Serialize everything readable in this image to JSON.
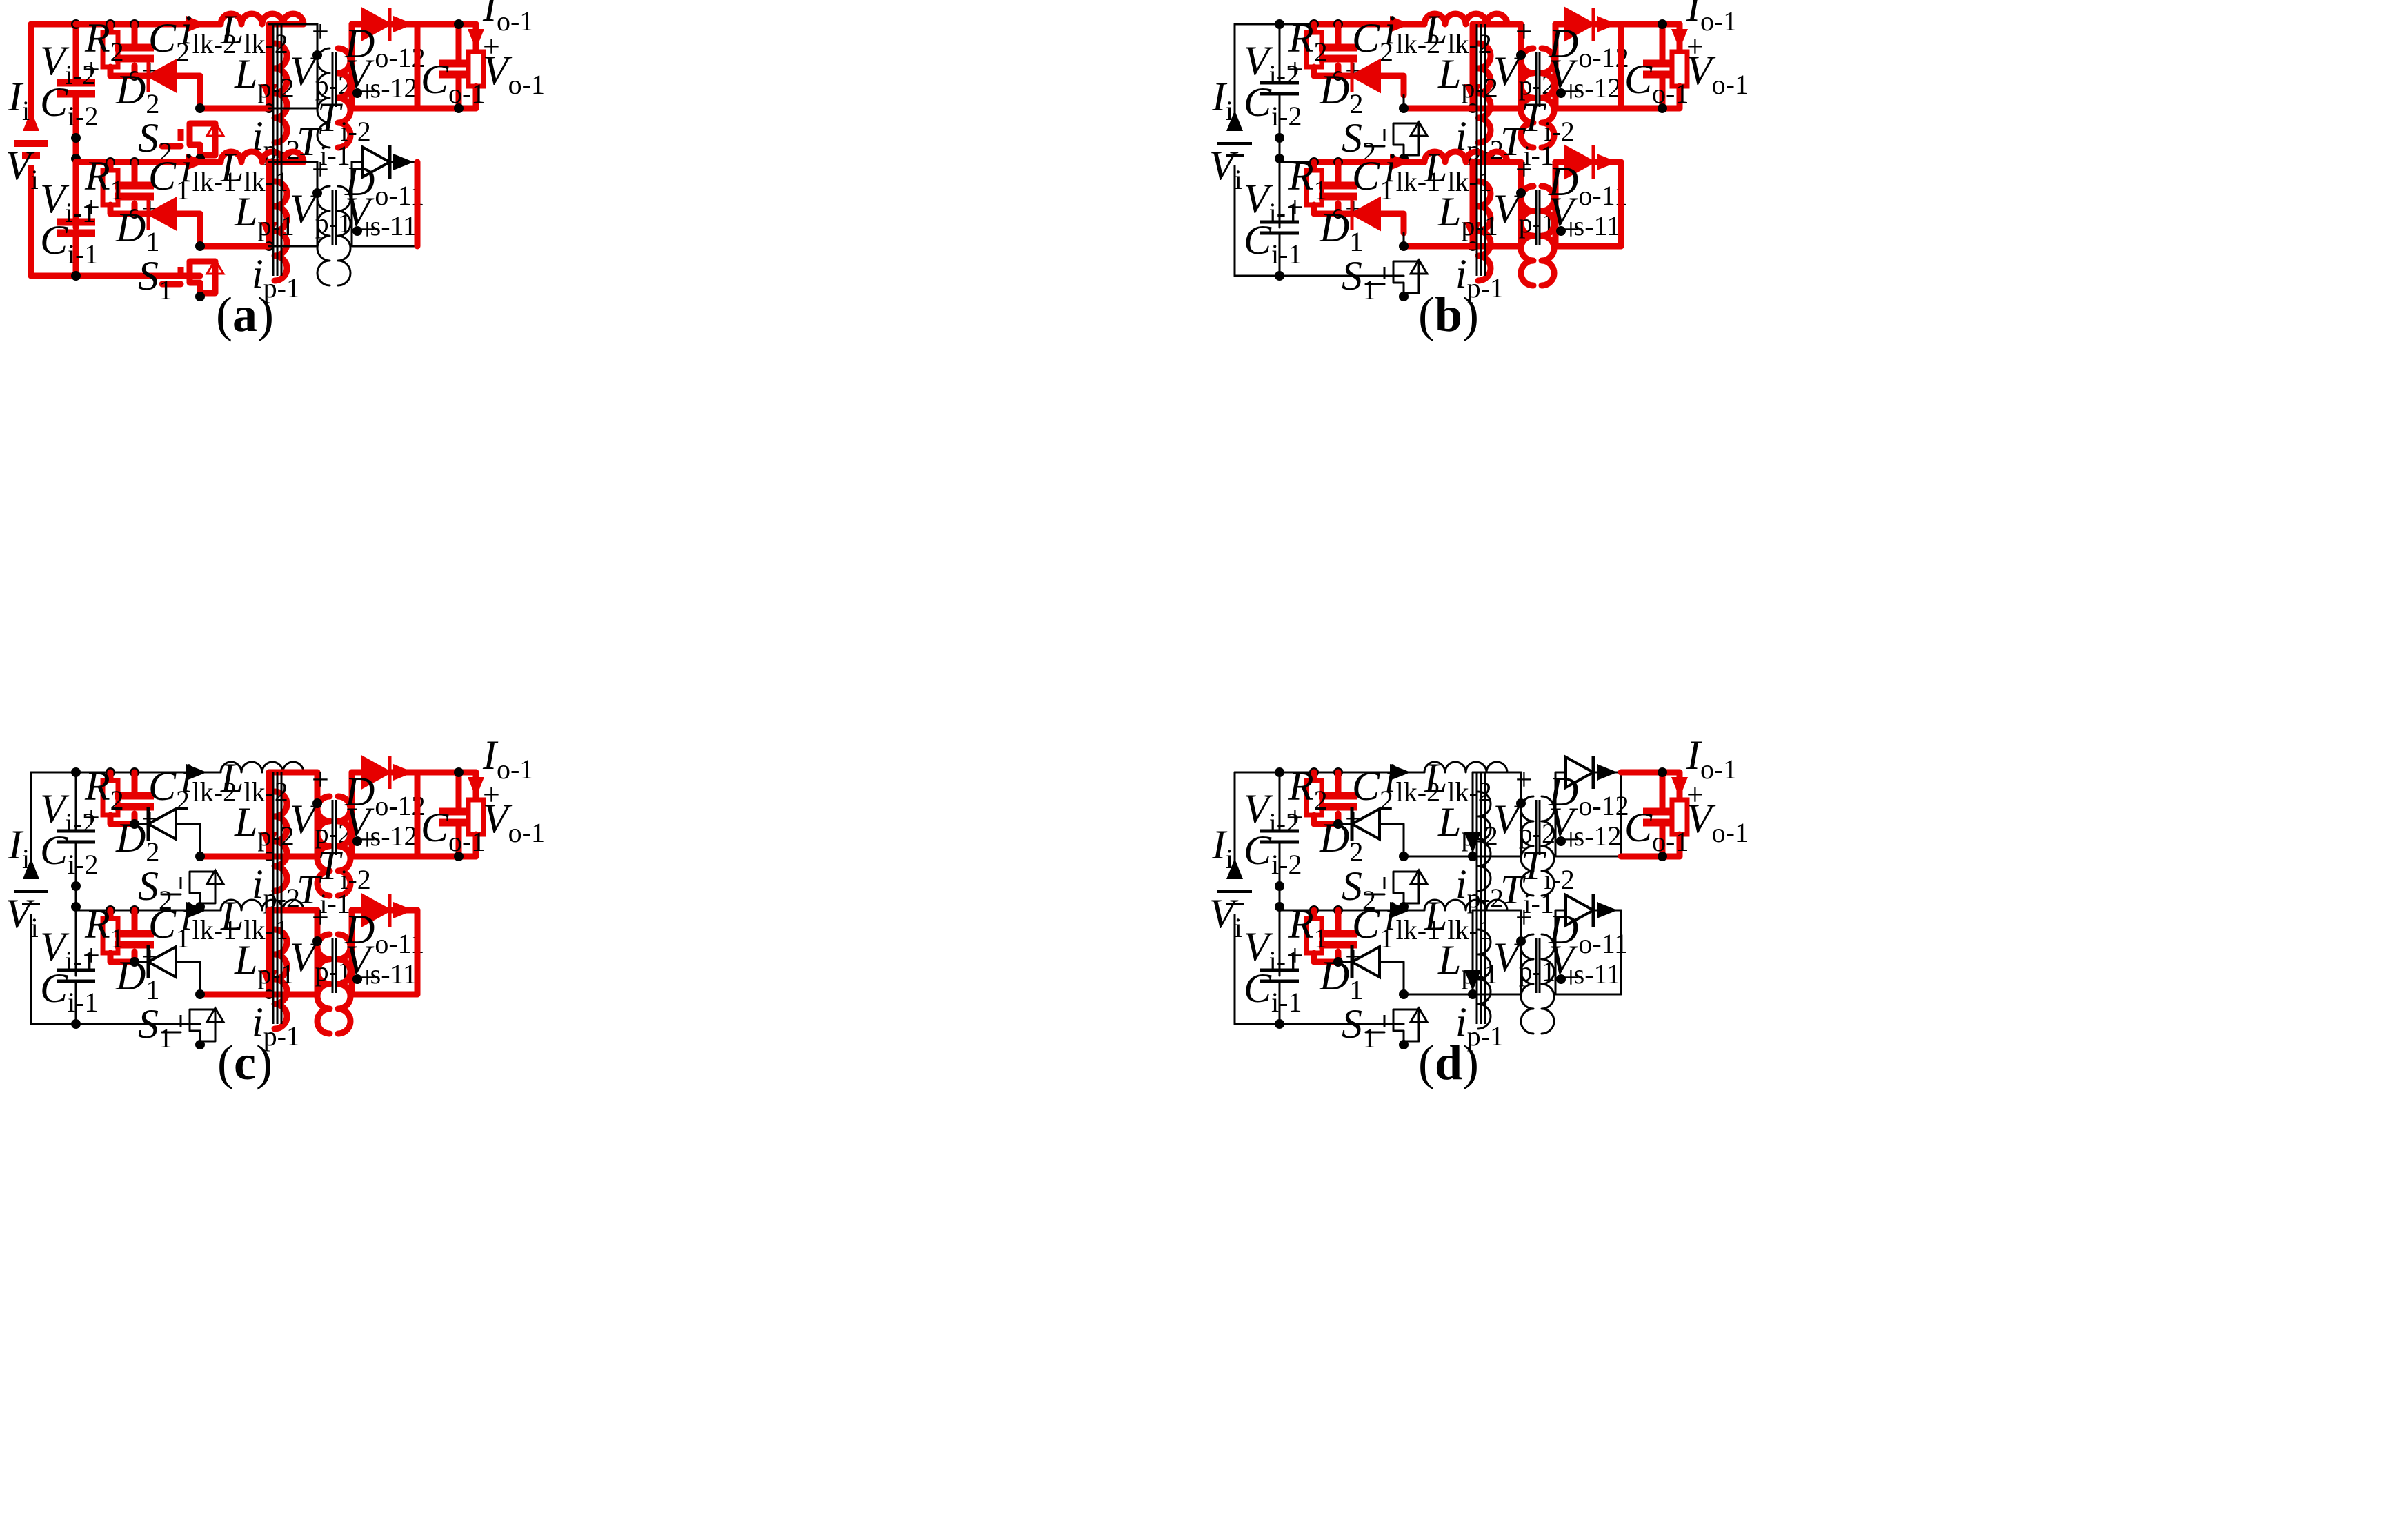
{
  "colors": {
    "active": "#e60000",
    "inactive": "#000000",
    "background": "#ffffff"
  },
  "panels": [
    {
      "caption": "a",
      "active": [
        "outer",
        "cin",
        "rc2",
        "d2",
        "sw2",
        "rc1",
        "d1",
        "sw1",
        "lk2",
        "lk1",
        "lp2",
        "lp1",
        "sec2",
        "out",
        "out2",
        "out1"
      ],
      "labels": {
        "Vi": "V|i",
        "Ii": "I|i",
        "Vi2": "V|i-2",
        "Ci2": "C|i-2",
        "Vi1": "V|i-1",
        "Ci1": "C|i-1",
        "R2": "R|2",
        "C2": "C|2",
        "R1": "R|1",
        "C1": "C|1",
        "D2": "D|2",
        "D1": "D|1",
        "S2": "S|2",
        "S1": "S|1",
        "ilk2": "i|lk-2",
        "Llk2": "L|lk-2",
        "ilk1": "i|lk-1",
        "Llk1": "L|lk-1",
        "Lp2": "L|p-2",
        "Lp1": "L|p-1",
        "ip2": "i|p-2",
        "ip1": "i|p-1",
        "Vp2": "V|p-2",
        "Vp1": "V|p-1",
        "Vs12": "V|s-12",
        "Vs11": "V|s-11",
        "Ti2": "T|i-2",
        "Ti1": "T|i-1",
        "Do12": "D|o-12",
        "Do11": "D|o-11",
        "Co1": "C|o-1",
        "Io1": "I|o-1",
        "Vo1": "V|o-1"
      }
    },
    {
      "caption": "b",
      "active": [
        "rc2",
        "d2",
        "rc1",
        "d1",
        "lk2",
        "lk1",
        "lp2",
        "lp1",
        "pri2",
        "pri1",
        "sec2",
        "sec1",
        "out",
        "out2",
        "out1"
      ],
      "labels": {
        "Vi": "V|i",
        "Ii": "I|i",
        "Vi2": "V|i-2",
        "Ci2": "C|i-2",
        "Vi1": "V|i-1",
        "Ci1": "C|i-1",
        "R2": "R|2",
        "C2": "C|2",
        "R1": "R|1",
        "C1": "C|1",
        "D2": "D|2",
        "D1": "D|1",
        "S2": "S|2",
        "S1": "S|1",
        "ilk2": "i|lk-2",
        "Llk2": "L|lk-2",
        "ilk1": "i|lk-1",
        "Llk1": "L|lk-1",
        "Lp2": "L|p-2",
        "Lp1": "L|p-1",
        "ip2": "i|p-2",
        "ip1": "i|p-1",
        "Vp2": "V|p-2",
        "Vp1": "V|p-1",
        "Vs12": "V|s-12",
        "Vs11": "V|s-11",
        "Ti2": "T|i-2",
        "Ti1": "T|i-1",
        "Do12": "D|o-12",
        "Do11": "D|o-11",
        "Co1": "C|o-1",
        "Io1": "I|o-1",
        "Vo1": "V|o-1"
      }
    },
    {
      "caption": "c",
      "active": [
        "rc2c",
        "rc1c",
        "lp2",
        "lp1",
        "pri2",
        "pri1",
        "sec2",
        "sec1",
        "out",
        "out2",
        "out1"
      ],
      "labels": {
        "Vi": "V|i",
        "Ii": "I|i",
        "Vi2": "V|i-2",
        "Ci2": "C|i-2",
        "Vi1": "V|i-1",
        "Ci1": "C|i-1",
        "R2": "R|2",
        "C2": "C|2",
        "R1": "R|1",
        "C1": "C|1",
        "D2": "D|2",
        "D1": "D|1",
        "S2": "S|2",
        "S1": "S|1",
        "ilk2": "i|lk-2",
        "Llk2": "L|lk-2",
        "ilk1": "i|lk-1",
        "Llk1": "L|lk-1",
        "Lp2": "L|p-2",
        "Lp1": "L|p-1",
        "ip2": "i|p-2",
        "ip1": "i|p-1",
        "Vp2": "V|p-2",
        "Vp1": "V|p-1",
        "Vs12": "V|s-12",
        "Vs11": "V|s-11",
        "Ti2": "T|i-2",
        "Ti1": "T|i-1",
        "Do12": "D|o-12",
        "Do11": "D|o-11",
        "Co1": "C|o-1",
        "Io1": "I|o-1",
        "Vo1": "V|o-1"
      }
    },
    {
      "caption": "d",
      "active": [
        "rc2c",
        "rc1c",
        "out"
      ],
      "labels": {
        "Vi": "V|i",
        "Ii": "I|i",
        "Vi2": "V|i-2",
        "Ci2": "C|i-2",
        "Vi1": "V|i-1",
        "Ci1": "C|i-1",
        "R2": "R|2",
        "C2": "C|2",
        "R1": "R|1",
        "C1": "C|1",
        "D2": "D|2",
        "D1": "D|1",
        "S2": "S|2",
        "S1": "S|1",
        "ilk2": "i|lk-2",
        "Llk2": "L|lk-2",
        "ilk1": "i|lk-1",
        "Llk1": "L|lk-1",
        "Lp2": "L|p-2",
        "Lp1": "L|p-1",
        "ip2": "i|p-2",
        "ip1": "i|p-1",
        "Vp2": "V|p-2",
        "Vp1": "V|p-1",
        "Vs12": "V|s-12",
        "Vs11": "V|s-11",
        "Ti2": "T|i-2",
        "Ti1": "T|i-1",
        "Do12": "D|o-12",
        "Do11": "D|o-11",
        "Co1": "C|o-1",
        "Io1": "I|o-1",
        "Vo1": "V|o-1"
      }
    }
  ]
}
